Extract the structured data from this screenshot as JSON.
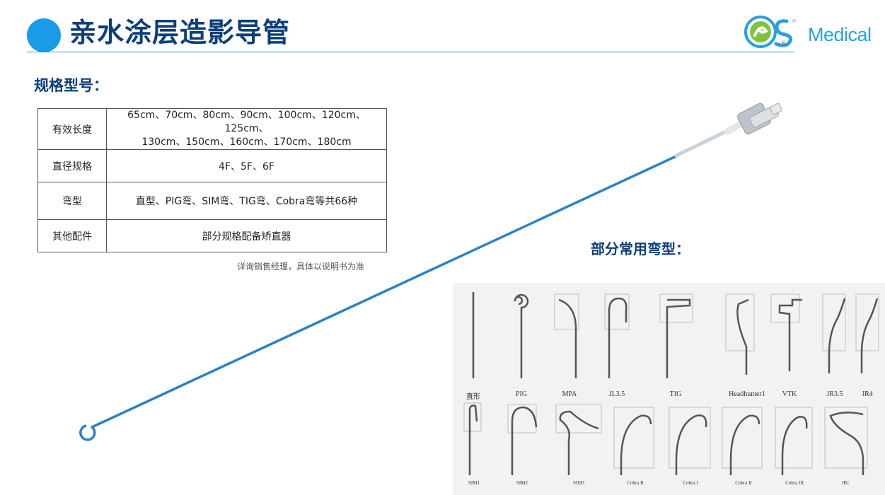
{
  "header": {
    "title": "亲水涂层造影导管",
    "logo_text": "Medical",
    "accent_color": "#1a9be8",
    "title_color": "#0d3f7a"
  },
  "spec_section": {
    "title": "规格型号：",
    "rows": [
      {
        "label": "有效长度",
        "value_line1": "65cm、70cm、80cm、90cm、100cm、120cm、125cm、",
        "value_line2": "130cm、150cm、160cm、170cm、180cm"
      },
      {
        "label": "直径规格",
        "value": "4F、5F、6F"
      },
      {
        "label": "弯型",
        "value": "直型、PIG弯、SIM弯、TIG弯、Cobra弯等共66种"
      },
      {
        "label": "其他配件",
        "value": "部分规格配备矫直器"
      }
    ],
    "note": "详询销售经理，具体以说明书为准"
  },
  "curves_section": {
    "title": "部分常用弯型：",
    "row1": [
      "直形",
      "PIG",
      "MPA",
      "JL3.5",
      "TIG",
      "Headhunter1",
      "VTK",
      "JR3.5",
      "JR4"
    ],
    "row2": [
      "SIM1",
      "SIM2",
      "SIM3",
      "Cobra R",
      "Cobra I",
      "Cobra II",
      "Cobra III",
      "JB1"
    ]
  }
}
